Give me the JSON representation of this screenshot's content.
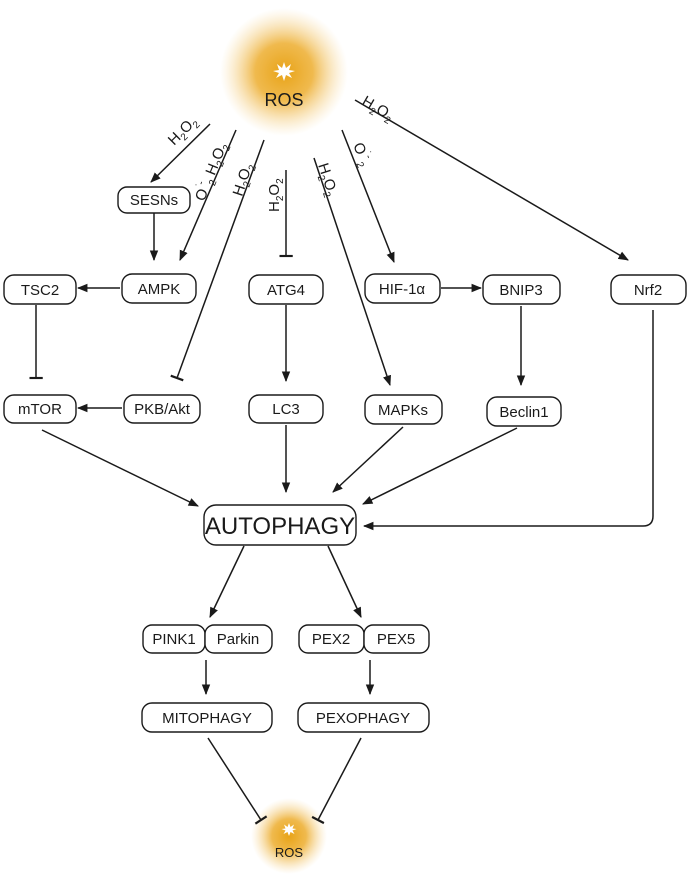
{
  "ros_top": {
    "label": "ROS"
  },
  "ros_bottom": {
    "label": "ROS"
  },
  "nodes": {
    "sesns": "SESNs",
    "tsc2": "TSC2",
    "ampk": "AMPK",
    "atg4": "ATG4",
    "hif1a": "HIF-1α",
    "bnip3": "BNIP3",
    "nrf2": "Nrf2",
    "mtor": "mTOR",
    "pkb_akt": "PKB/Akt",
    "lc3": "LC3",
    "mapks": "MAPKs",
    "beclin1": "Beclin1",
    "autophagy": "AUTOPHAGY",
    "pink1": "PINK1",
    "parkin": "Parkin",
    "pex2": "PEX2",
    "pex5": "PEX5",
    "mitophagy": "MITOPHAGY",
    "pexophagy": "PEXOPHAGY"
  },
  "edge_labels": {
    "h2o2": {
      "h": "H",
      "two": "2",
      "o": "O"
    },
    "superoxide": {
      "o": "O",
      "dot": "˙",
      "minus": "-",
      "two": "2"
    }
  },
  "colors": {
    "ros_glow": "#e8a317",
    "line": "#1a1a1a"
  }
}
